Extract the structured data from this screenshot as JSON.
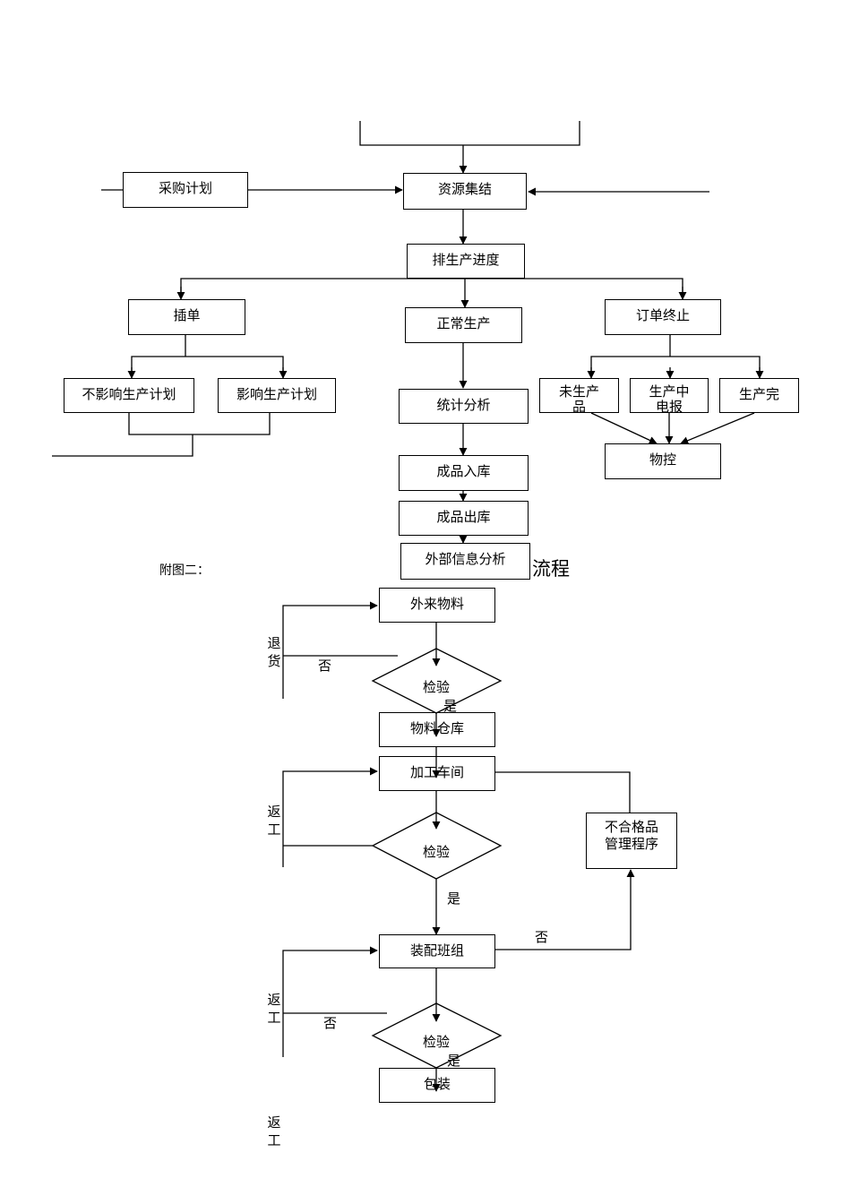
{
  "chart1": {
    "procurement_plan": "采购计划",
    "resource_gathering": "资源集结",
    "production_schedule": "排生产进度",
    "insert_order": "插单",
    "normal_production": "正常生产",
    "order_termination": "订单终止",
    "no_impact_plan": "不影响生产计划",
    "impact_plan": "影响生产计划",
    "stats_analysis": "统计分析",
    "not_produced": "未生产\n品",
    "in_production": "生产中\n电报",
    "production_done": "生产完",
    "material_control": "物控",
    "finished_inbound": "成品入库",
    "finished_outbound": "成品出库",
    "external_info_analysis": "外部信息分析"
  },
  "overlay_text": "流程",
  "appendix_label": "附图二：",
  "chart2": {
    "incoming_material": "外来物料",
    "inspect_1": "检验",
    "return_goods": "退\n货",
    "no_1": "否",
    "yes_1": "是",
    "material_warehouse": "物料仓库",
    "processing_workshop": "加工车间",
    "rework_1": "返\n工",
    "inspect_2": "检验",
    "yes_2": "是",
    "nonconforming_procedure": "不合格品\n管理程序",
    "assembly_team": "装配班组",
    "no_2": "否",
    "rework_2": "返\n工",
    "no_3": "否",
    "inspect_3": "检验",
    "yes_3": "是",
    "packaging": "包装",
    "rework_3": "返\n工"
  }
}
